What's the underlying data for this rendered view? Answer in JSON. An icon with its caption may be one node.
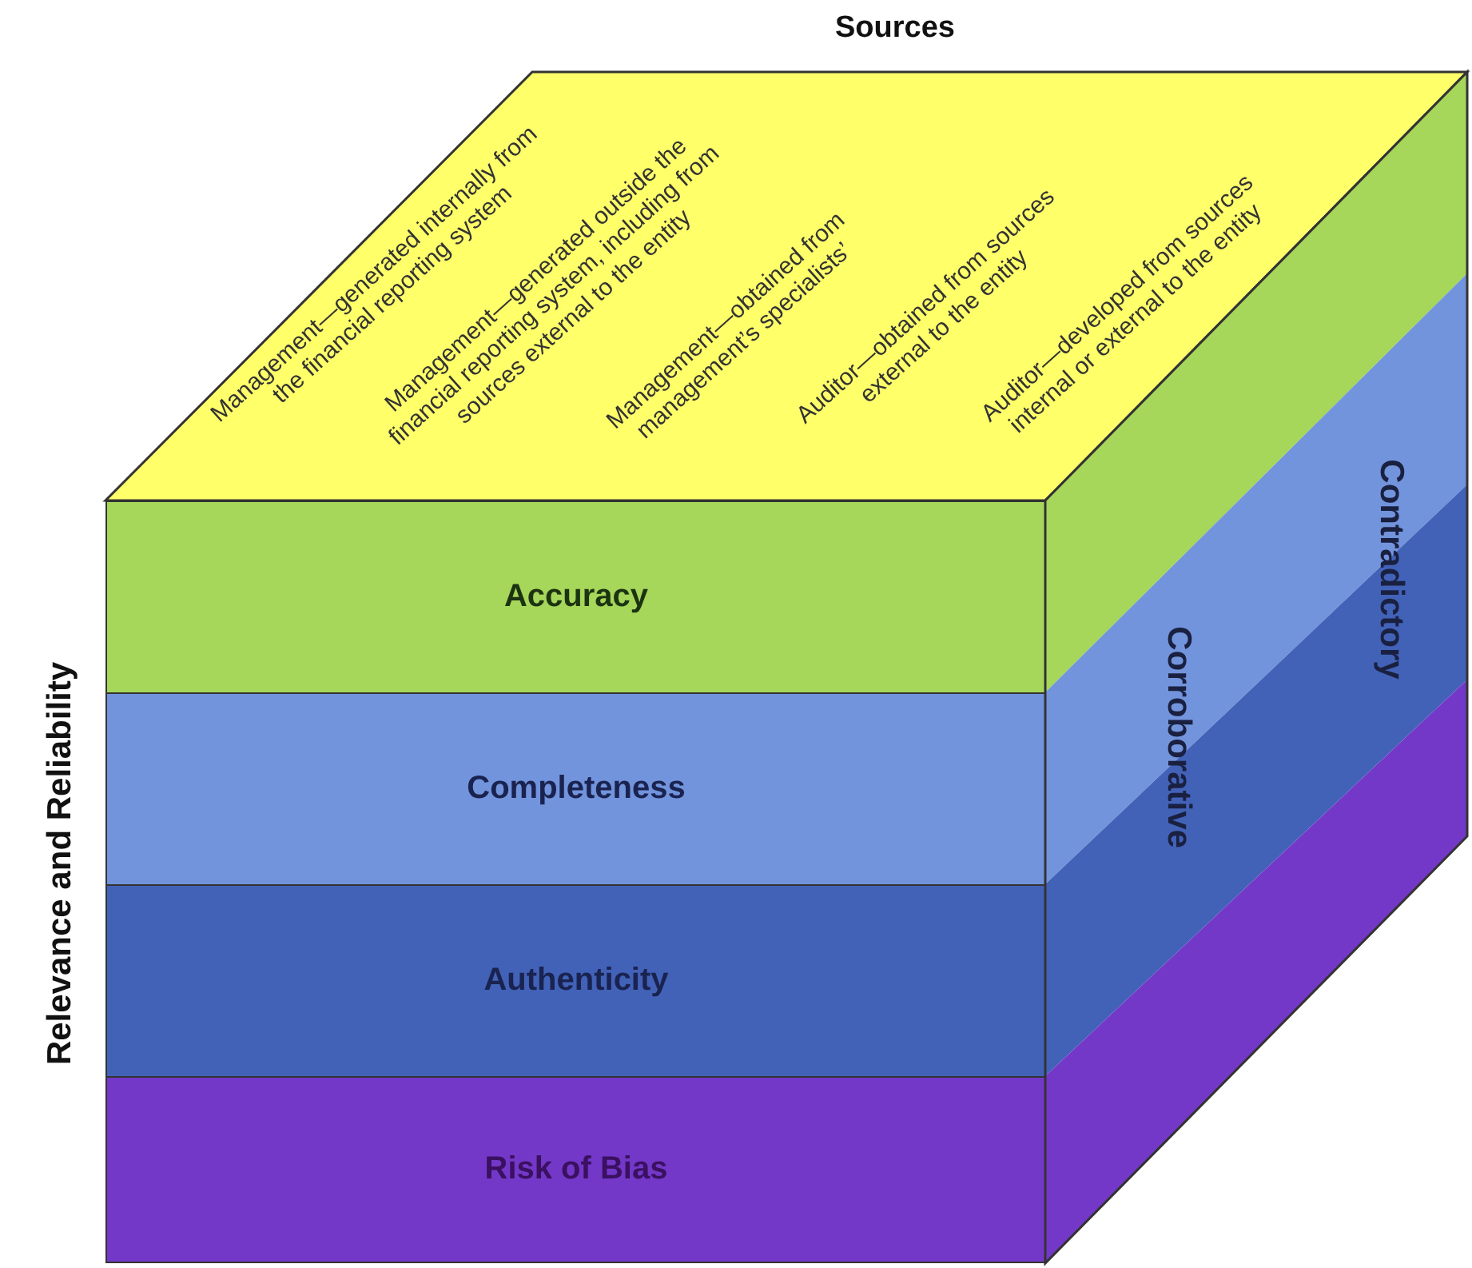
{
  "diagram": {
    "nodes": [
      {
        "text": [
          "Management—generated internally from the financial reporting system",
          "Management—generated outside the financial reporting system, including from sources external to the entity",
          "Management—obtained from management’s specialists’",
          "Auditor—obtained from sources external to the entity",
          "Auditor—developed from sources internal or external to the entity"
        ]
      },
      {
        "text": [
          "Accuracy"
        ]
      },
      {
        "text": [
          "Completeness"
        ]
      },
      {
        "text": [
          "Authenticity"
        ]
      },
      {
        "text": [
          "Risk of Bias"
        ]
      },
      {
        "text": [
          "Corroborative",
          "Contradictory"
        ]
      }
    ],
    "labels": [
      "Sources",
      "Relevance and Reliability"
    ]
  }
}
